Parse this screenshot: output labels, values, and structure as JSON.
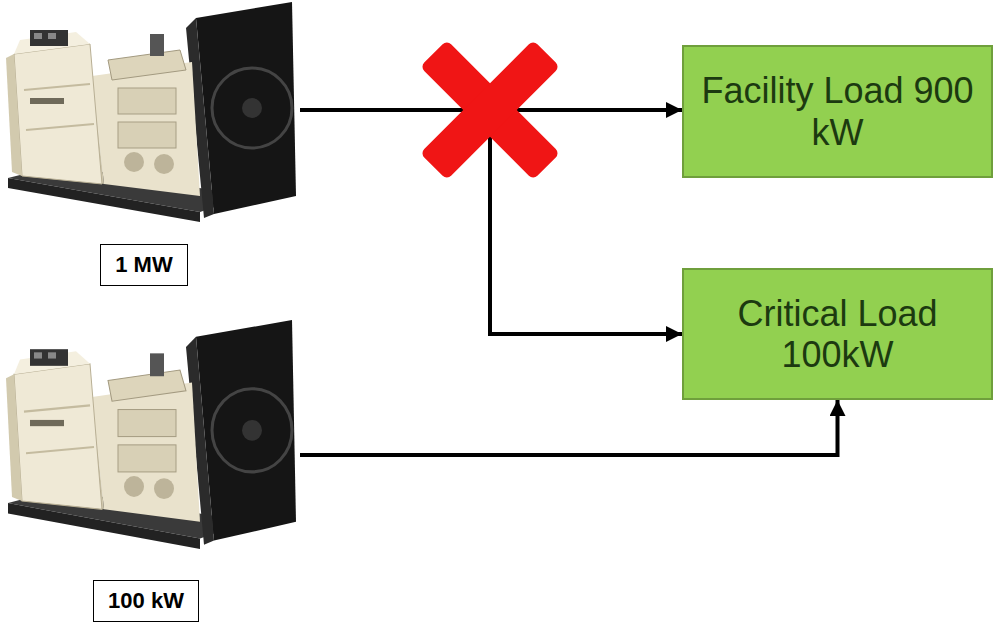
{
  "diagram": {
    "nodes": [
      {
        "text": [
          "1 MW"
        ]
      },
      {
        "text": [
          "Facility Load 900 kW"
        ]
      },
      {
        "text": [
          "Critical Load 100kW"
        ]
      },
      {
        "text": [
          "100 kW"
        ]
      }
    ],
    "edges": [
      {
        "from": 0,
        "to": 1,
        "arrow": "to"
      },
      {
        "from": 0,
        "to": 2,
        "arrow": "to"
      },
      {
        "from": 3,
        "to": 2,
        "arrow": "to"
      }
    ]
  }
}
